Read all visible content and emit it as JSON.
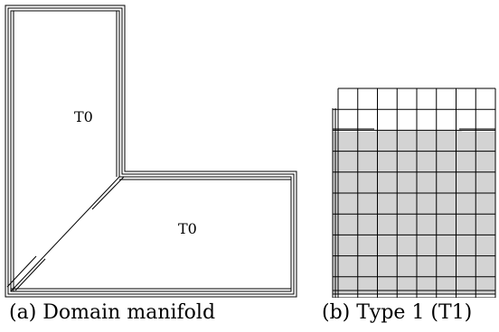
{
  "panel_a": {
    "region_top_label": "T0",
    "region_bottom_label": "T0",
    "caption": "(a) Domain manifold"
  },
  "panel_b": {
    "caption": "(b) Type 1 (T1)",
    "grid_columns": 8,
    "grid_rows": 10,
    "shaded_color": "#d3d3d3"
  }
}
